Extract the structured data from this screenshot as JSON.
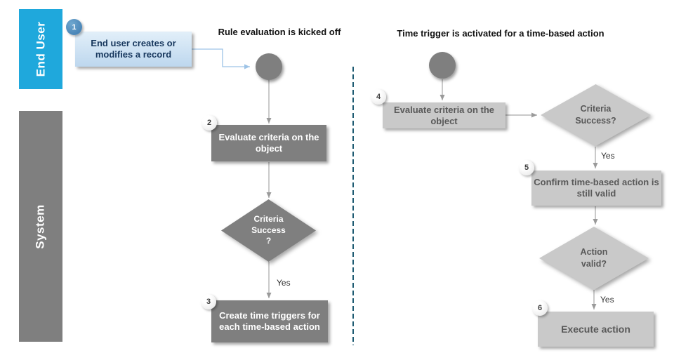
{
  "lanes": [
    {
      "label": "End User",
      "color": "#1FA8DC"
    },
    {
      "label": "System",
      "color": "#7F7F7F"
    }
  ],
  "flows": [
    {
      "title": "Rule evaluation is kicked off",
      "step1": {
        "badge": "1",
        "label": "End user creates or modifies a record"
      },
      "step2": {
        "badge": "2",
        "label": "Evaluate criteria on the object"
      },
      "decision": {
        "label": "Criteria\nSuccess\n?"
      },
      "yes": "Yes",
      "step3": {
        "badge": "3",
        "label": "Create time triggers for each time-based action"
      }
    },
    {
      "title": "Time trigger is activated for a time-based action",
      "step4": {
        "badge": "4",
        "label": "Evaluate criteria on the object"
      },
      "decision1": {
        "label": "Criteria\nSuccess?"
      },
      "yes1": "Yes",
      "step5": {
        "badge": "5",
        "label": "Confirm time-based action is still valid"
      },
      "decision2": {
        "label": "Action\nvalid?"
      },
      "yes2": "Yes",
      "step6": {
        "badge": "6",
        "label": "Execute action"
      }
    }
  ],
  "colors": {
    "lane_end_user": "#1FA8DC",
    "lane_system": "#7F7F7F",
    "dark_shape": "#7F7F7F",
    "light_shape": "#C9C9C9",
    "step1_fill": "#BDD7EE",
    "step1_text": "#17375D",
    "badge_blue": "#4A86B8",
    "connector_gray": "#A6A6A6",
    "connector_blue": "#9DC3E6",
    "divider_dashed": "#1F5C73"
  }
}
